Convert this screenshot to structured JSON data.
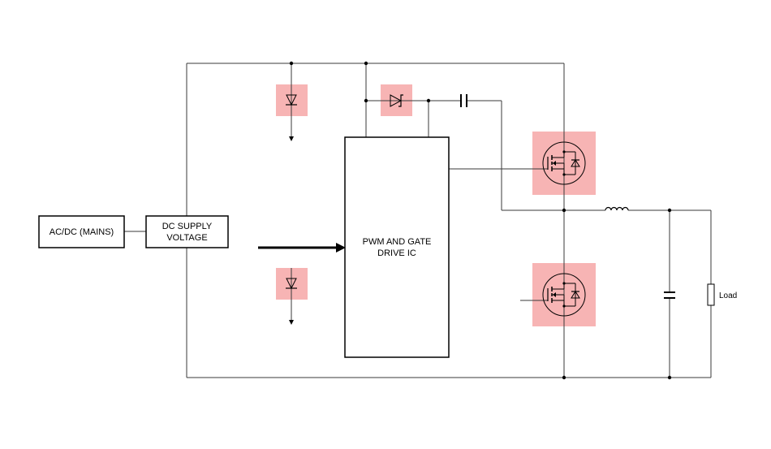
{
  "blocks": {
    "mains": "AC/DC (MAINS)",
    "supply_line1": "DC SUPPLY",
    "supply_line2": "VOLTAGE",
    "ic_line1": "PWM AND GATE",
    "ic_line2": "DRIVE IC"
  },
  "load_label": "Load",
  "colors": {
    "highlight": "#f7b4b4",
    "wire": "#3a3a3a"
  }
}
